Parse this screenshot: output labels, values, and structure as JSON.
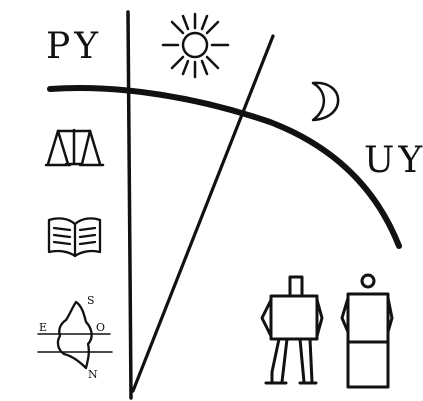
{
  "labels": {
    "py": "PY",
    "uy": "UY",
    "compass_s": "S",
    "compass_e": "E",
    "compass_o": "O",
    "compass_n": "N"
  },
  "icons": [
    "sun-icon",
    "crescent-moon-icon",
    "balance-scale-icon",
    "open-book-icon",
    "map-with-compass-icon",
    "two-figures-icon"
  ],
  "colors": {
    "ink": "#111111",
    "background": "#ffffff"
  }
}
